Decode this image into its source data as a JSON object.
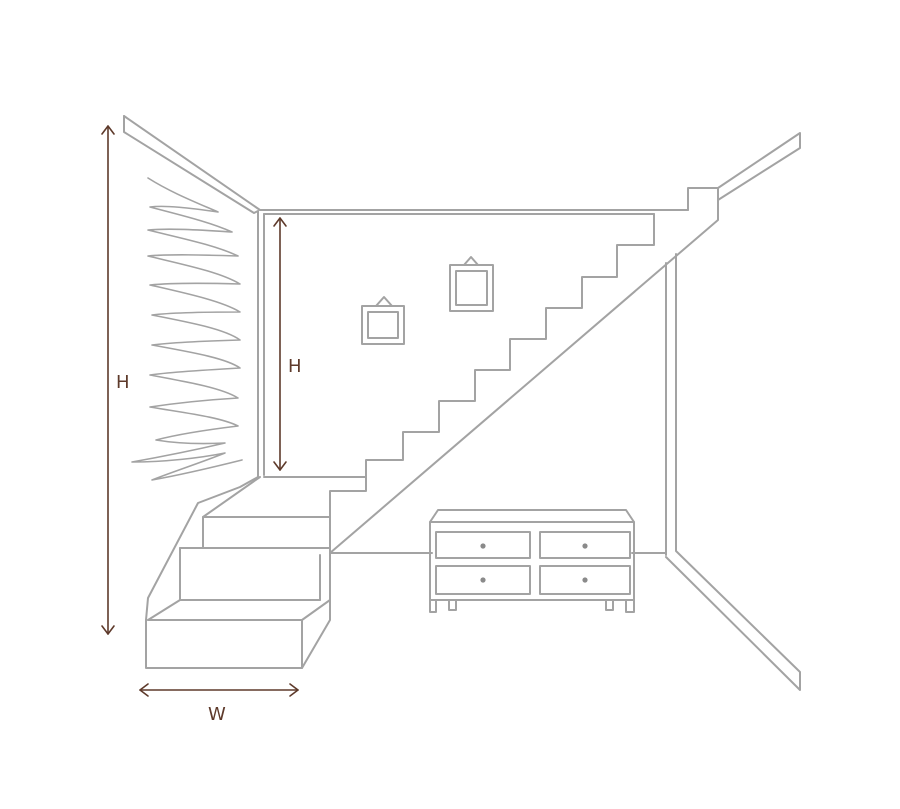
{
  "labels": {
    "left_height": "H",
    "inner_height": "H",
    "width": "W"
  },
  "colors": {
    "line": "#a3a3a3",
    "dimension": "#5e3a2b",
    "background": "#ffffff"
  }
}
